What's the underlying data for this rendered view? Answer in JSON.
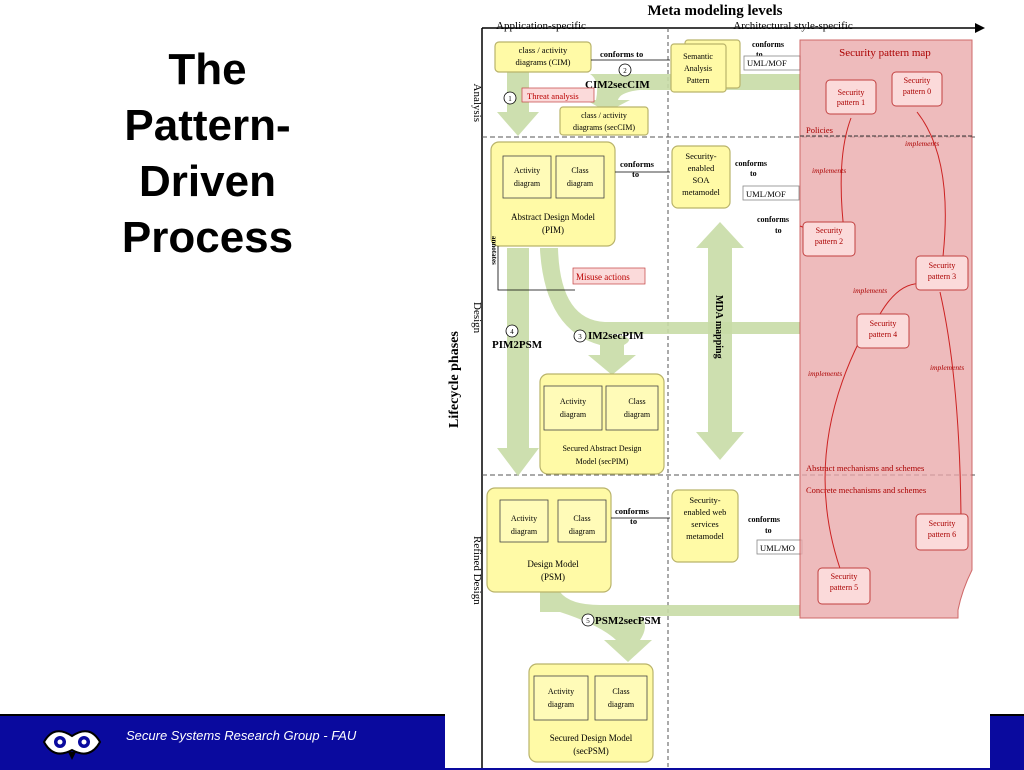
{
  "title": {
    "line1": "The",
    "line2": "Pattern-",
    "line3": "Driven",
    "line4": "Process"
  },
  "footer": {
    "text": "Secure Systems Research Group - FAU"
  },
  "diagram": {
    "header": "Meta modeling levels",
    "col_app": "Application-specific",
    "col_arch": "Architectural style-specific",
    "axis": "Lifecycle phases",
    "phase_analysis": "Analysis",
    "phase_design": "Design",
    "phase_refined": "Refined Design",
    "cim": "class / activity diagrams (CIM)",
    "conforms": "conforms to",
    "semantic": "Semantic Analysis Pattern",
    "umlmof": "UML/MOF",
    "cim2sec": "CIM2secCIM",
    "threat": "Threat analysis",
    "seccim": "class / activity diagrams (secCIM)",
    "activity": "Activity diagram",
    "class": "Class diagram",
    "adm": "Abstract Design Model (PIM)",
    "soa": "Security-enabled SOA metamodel",
    "misuse": "Misuse actions",
    "annotates": "annotates",
    "pim2psm": "PIM2PSM",
    "pim2sec": "IM2secPIM",
    "mda": "MDA mapping",
    "secpim": "Secured Abstract Design Model (secPIM)",
    "dm": "Design Model (PSM)",
    "ws": "Security-enabled web services metamodel",
    "umlmo": "UML/MO",
    "psm2sec": "PSM2secPSM",
    "secpsm": "Secured Design Model (secPSM)",
    "n1": "1",
    "n2": "2",
    "n3": "3",
    "n4": "4",
    "n5": "5",
    "map_title": "Security pattern map",
    "policies": "Policies",
    "implements": "implements",
    "abstract_mech": "Abstract mechanisms and schemes",
    "concrete_mech": "Concrete mechanisms and schemes",
    "sp0": "Security pattern 0",
    "sp1": "Security pattern 1",
    "sp2": "Security pattern 2",
    "sp3": "Security pattern 3",
    "sp4": "Security pattern 4",
    "sp5": "Security pattern 5",
    "sp6": "Security pattern 6"
  }
}
